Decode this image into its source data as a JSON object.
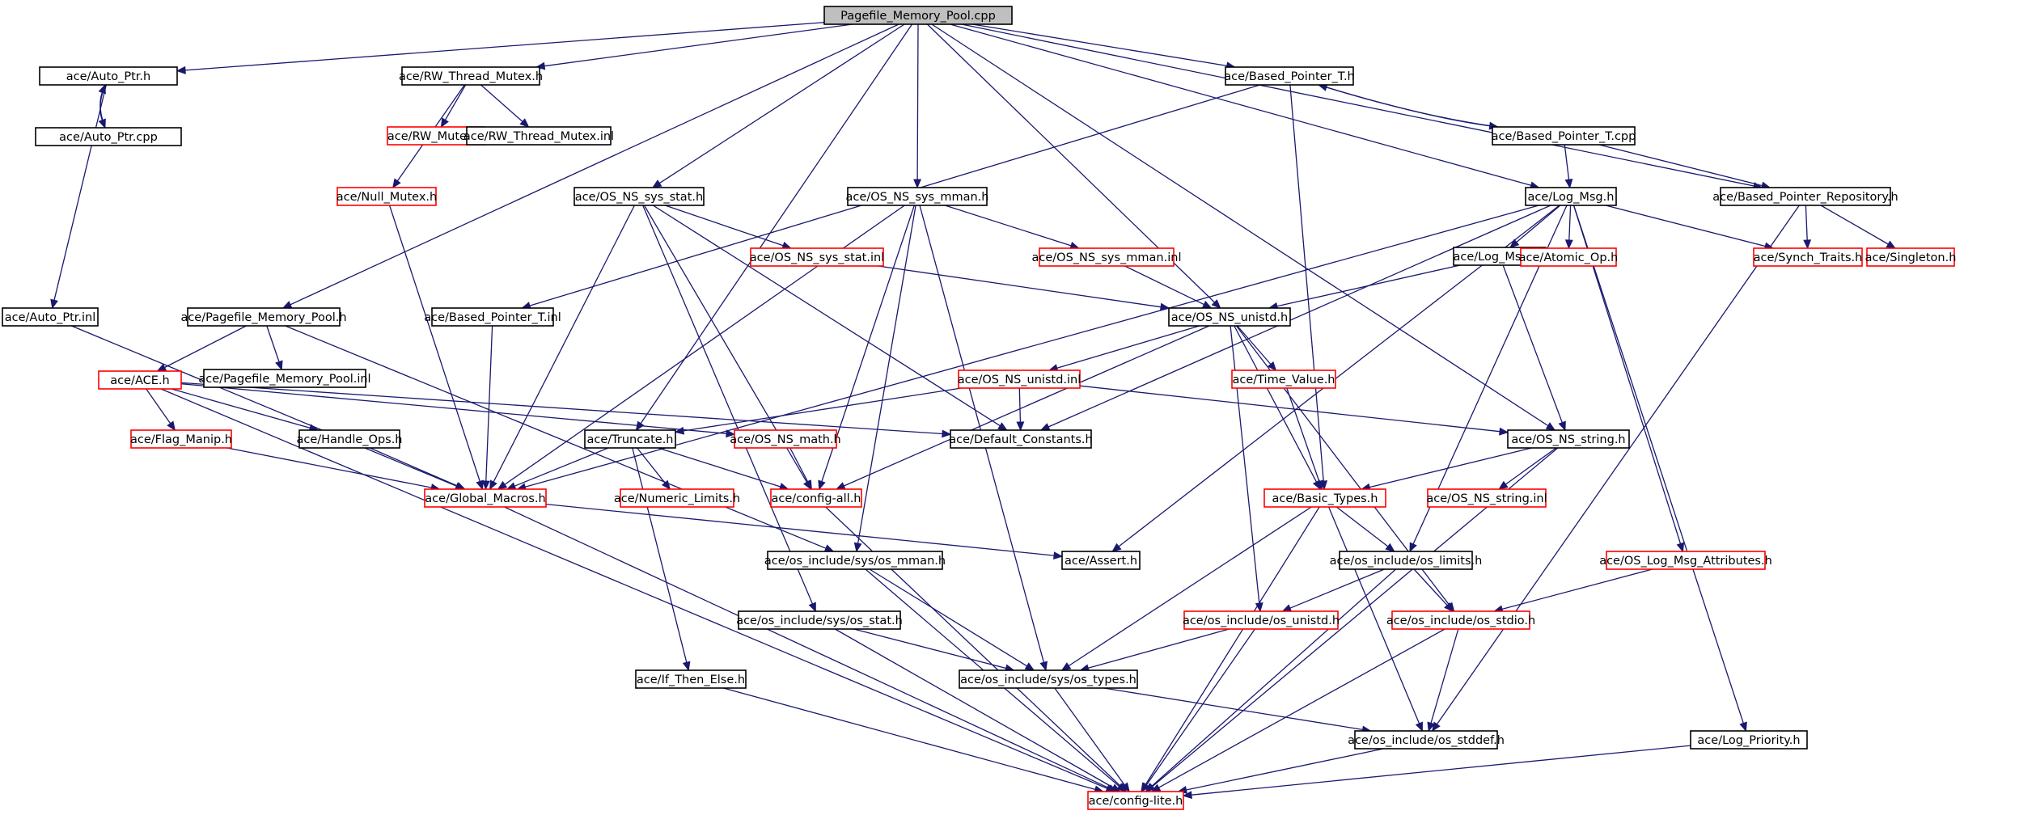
{
  "colors": {
    "edge": "#191970",
    "missing_node_border": "#ff0000",
    "node_border": "#000000",
    "root_fill": "#bfbfbf"
  },
  "nodes": [
    {
      "id": "n0",
      "label": "Pagefile_Memory_Pool.cpp",
      "style": "root"
    },
    {
      "id": "n1",
      "label": "ace/Auto_Ptr.h",
      "style": "ok"
    },
    {
      "id": "n2",
      "label": "ace/Auto_Ptr.cpp",
      "style": "ok"
    },
    {
      "id": "n3",
      "label": "ace/Auto_Ptr.inl",
      "style": "ok"
    },
    {
      "id": "n4",
      "label": "ace/RW_Thread_Mutex.h",
      "style": "ok"
    },
    {
      "id": "n5",
      "label": "ace/RW_Mutex.h",
      "style": "red"
    },
    {
      "id": "n6",
      "label": "ace/RW_Thread_Mutex.inl",
      "style": "ok"
    },
    {
      "id": "n7",
      "label": "ace/Null_Mutex.h",
      "style": "red"
    },
    {
      "id": "n8",
      "label": "ace/Pagefile_Memory_Pool.h",
      "style": "ok"
    },
    {
      "id": "n9",
      "label": "ace/ACE.h",
      "style": "red"
    },
    {
      "id": "n10",
      "label": "ace/Pagefile_Memory_Pool.inl",
      "style": "ok"
    },
    {
      "id": "n11",
      "label": "ace/Flag_Manip.h",
      "style": "red"
    },
    {
      "id": "n12",
      "label": "ace/Handle_Ops.h",
      "style": "ok"
    },
    {
      "id": "n13",
      "label": "ace/Global_Macros.h",
      "style": "red"
    },
    {
      "id": "n14",
      "label": "ace/Based_Pointer_T.inl",
      "style": "ok"
    },
    {
      "id": "n15",
      "label": "ace/OS_NS_sys_stat.h",
      "style": "ok"
    },
    {
      "id": "n16",
      "label": "ace/OS_NS_sys_stat.inl",
      "style": "red"
    },
    {
      "id": "n17",
      "label": "ace/OS_NS_sys_mman.h",
      "style": "ok"
    },
    {
      "id": "n18",
      "label": "ace/OS_NS_sys_mman.inl",
      "style": "red"
    },
    {
      "id": "n19",
      "label": "ace/Based_Pointer_T.h",
      "style": "ok"
    },
    {
      "id": "n20",
      "label": "ace/Based_Pointer_T.cpp",
      "style": "ok"
    },
    {
      "id": "n21",
      "label": "ace/Based_Pointer_Repository.h",
      "style": "ok"
    },
    {
      "id": "n22",
      "label": "ace/Log_Msg.h",
      "style": "ok"
    },
    {
      "id": "n23",
      "label": "ace/Log_Msg.inl",
      "style": "ok"
    },
    {
      "id": "n24",
      "label": "ace/Atomic_Op.h",
      "style": "red"
    },
    {
      "id": "n25",
      "label": "ace/Synch_Traits.h",
      "style": "red"
    },
    {
      "id": "n26",
      "label": "ace/Singleton.h",
      "style": "red"
    },
    {
      "id": "n27",
      "label": "ace/OS_NS_unistd.h",
      "style": "ok"
    },
    {
      "id": "n28",
      "label": "ace/OS_NS_unistd.inl",
      "style": "red"
    },
    {
      "id": "n29",
      "label": "ace/Time_Value.h",
      "style": "red"
    },
    {
      "id": "n30",
      "label": "ace/Truncate.h",
      "style": "ok"
    },
    {
      "id": "n31",
      "label": "ace/OS_NS_math.h",
      "style": "red"
    },
    {
      "id": "n32",
      "label": "ace/Default_Constants.h",
      "style": "ok"
    },
    {
      "id": "n33",
      "label": "ace/OS_NS_string.h",
      "style": "ok"
    },
    {
      "id": "n34",
      "label": "ace/OS_NS_string.inl",
      "style": "red"
    },
    {
      "id": "n35",
      "label": "ace/Numeric_Limits.h",
      "style": "red"
    },
    {
      "id": "n36",
      "label": "ace/config-all.h",
      "style": "red"
    },
    {
      "id": "n37",
      "label": "ace/Basic_Types.h",
      "style": "red"
    },
    {
      "id": "n38",
      "label": "ace/Assert.h",
      "style": "ok"
    },
    {
      "id": "n39",
      "label": "ace/os_include/sys/os_mman.h",
      "style": "ok"
    },
    {
      "id": "n40",
      "label": "ace/os_include/os_limits.h",
      "style": "ok"
    },
    {
      "id": "n41",
      "label": "ace/OS_Log_Msg_Attributes.h",
      "style": "red"
    },
    {
      "id": "n42",
      "label": "ace/os_include/sys/os_stat.h",
      "style": "ok"
    },
    {
      "id": "n43",
      "label": "ace/os_include/os_unistd.h",
      "style": "red"
    },
    {
      "id": "n44",
      "label": "ace/os_include/os_stdio.h",
      "style": "red"
    },
    {
      "id": "n45",
      "label": "ace/If_Then_Else.h",
      "style": "ok"
    },
    {
      "id": "n46",
      "label": "ace/os_include/sys/os_types.h",
      "style": "ok"
    },
    {
      "id": "n47",
      "label": "ace/os_include/os_stddef.h",
      "style": "ok"
    },
    {
      "id": "n48",
      "label": "ace/Log_Priority.h",
      "style": "ok"
    },
    {
      "id": "n49",
      "label": "ace/config-lite.h",
      "style": "red"
    }
  ],
  "edges": [
    [
      "n0",
      "n1"
    ],
    [
      "n0",
      "n4"
    ],
    [
      "n0",
      "n8"
    ],
    [
      "n0",
      "n30"
    ],
    [
      "n0",
      "n15"
    ],
    [
      "n0",
      "n17"
    ],
    [
      "n0",
      "n27"
    ],
    [
      "n0",
      "n19"
    ],
    [
      "n0",
      "n33"
    ],
    [
      "n0",
      "n22"
    ],
    [
      "n0",
      "n21"
    ],
    [
      "n1",
      "n2"
    ],
    [
      "n2",
      "n1"
    ],
    [
      "n1",
      "n3"
    ],
    [
      "n3",
      "n13"
    ],
    [
      "n4",
      "n5"
    ],
    [
      "n4",
      "n6"
    ],
    [
      "n4",
      "n7"
    ],
    [
      "n7",
      "n13"
    ],
    [
      "n8",
      "n9"
    ],
    [
      "n8",
      "n10"
    ],
    [
      "n8",
      "n39"
    ],
    [
      "n9",
      "n11"
    ],
    [
      "n9",
      "n12"
    ],
    [
      "n9",
      "n31"
    ],
    [
      "n9",
      "n32"
    ],
    [
      "n9",
      "n49"
    ],
    [
      "n11",
      "n13"
    ],
    [
      "n12",
      "n13"
    ],
    [
      "n13",
      "n38"
    ],
    [
      "n13",
      "n49"
    ],
    [
      "n14",
      "n13"
    ],
    [
      "n15",
      "n16"
    ],
    [
      "n15",
      "n13"
    ],
    [
      "n15",
      "n36"
    ],
    [
      "n15",
      "n42"
    ],
    [
      "n15",
      "n32"
    ],
    [
      "n16",
      "n27"
    ],
    [
      "n17",
      "n18"
    ],
    [
      "n17",
      "n13"
    ],
    [
      "n17",
      "n36"
    ],
    [
      "n17",
      "n39"
    ],
    [
      "n17",
      "n46"
    ],
    [
      "n18",
      "n27"
    ],
    [
      "n19",
      "n14"
    ],
    [
      "n19",
      "n20"
    ],
    [
      "n19",
      "n37"
    ],
    [
      "n20",
      "n19"
    ],
    [
      "n20",
      "n22"
    ],
    [
      "n20",
      "n21"
    ],
    [
      "n21",
      "n25"
    ],
    [
      "n21",
      "n26"
    ],
    [
      "n21",
      "n47"
    ],
    [
      "n22",
      "n23"
    ],
    [
      "n22",
      "n24"
    ],
    [
      "n22",
      "n25"
    ],
    [
      "n22",
      "n13"
    ],
    [
      "n22",
      "n38"
    ],
    [
      "n22",
      "n32"
    ],
    [
      "n22",
      "n40"
    ],
    [
      "n22",
      "n41"
    ],
    [
      "n22",
      "n48"
    ],
    [
      "n23",
      "n27"
    ],
    [
      "n23",
      "n33"
    ],
    [
      "n27",
      "n28"
    ],
    [
      "n27",
      "n29"
    ],
    [
      "n27",
      "n37"
    ],
    [
      "n27",
      "n43"
    ],
    [
      "n27",
      "n44"
    ],
    [
      "n27",
      "n36"
    ],
    [
      "n28",
      "n30"
    ],
    [
      "n28",
      "n32"
    ],
    [
      "n28",
      "n33"
    ],
    [
      "n29",
      "n37"
    ],
    [
      "n30",
      "n13"
    ],
    [
      "n30",
      "n35"
    ],
    [
      "n30",
      "n36"
    ],
    [
      "n30",
      "n45"
    ],
    [
      "n31",
      "n36"
    ],
    [
      "n33",
      "n34"
    ],
    [
      "n33",
      "n37"
    ],
    [
      "n33",
      "n49"
    ],
    [
      "n36",
      "n49"
    ],
    [
      "n37",
      "n40"
    ],
    [
      "n37",
      "n46"
    ],
    [
      "n37",
      "n47"
    ],
    [
      "n37",
      "n49"
    ],
    [
      "n39",
      "n46"
    ],
    [
      "n39",
      "n49"
    ],
    [
      "n40",
      "n43"
    ],
    [
      "n40",
      "n44"
    ],
    [
      "n40",
      "n49"
    ],
    [
      "n41",
      "n44"
    ],
    [
      "n42",
      "n46"
    ],
    [
      "n42",
      "n49"
    ],
    [
      "n43",
      "n46"
    ],
    [
      "n43",
      "n49"
    ],
    [
      "n44",
      "n47"
    ],
    [
      "n44",
      "n49"
    ],
    [
      "n45",
      "n49"
    ],
    [
      "n46",
      "n47"
    ],
    [
      "n46",
      "n49"
    ],
    [
      "n47",
      "n49"
    ],
    [
      "n48",
      "n49"
    ]
  ]
}
